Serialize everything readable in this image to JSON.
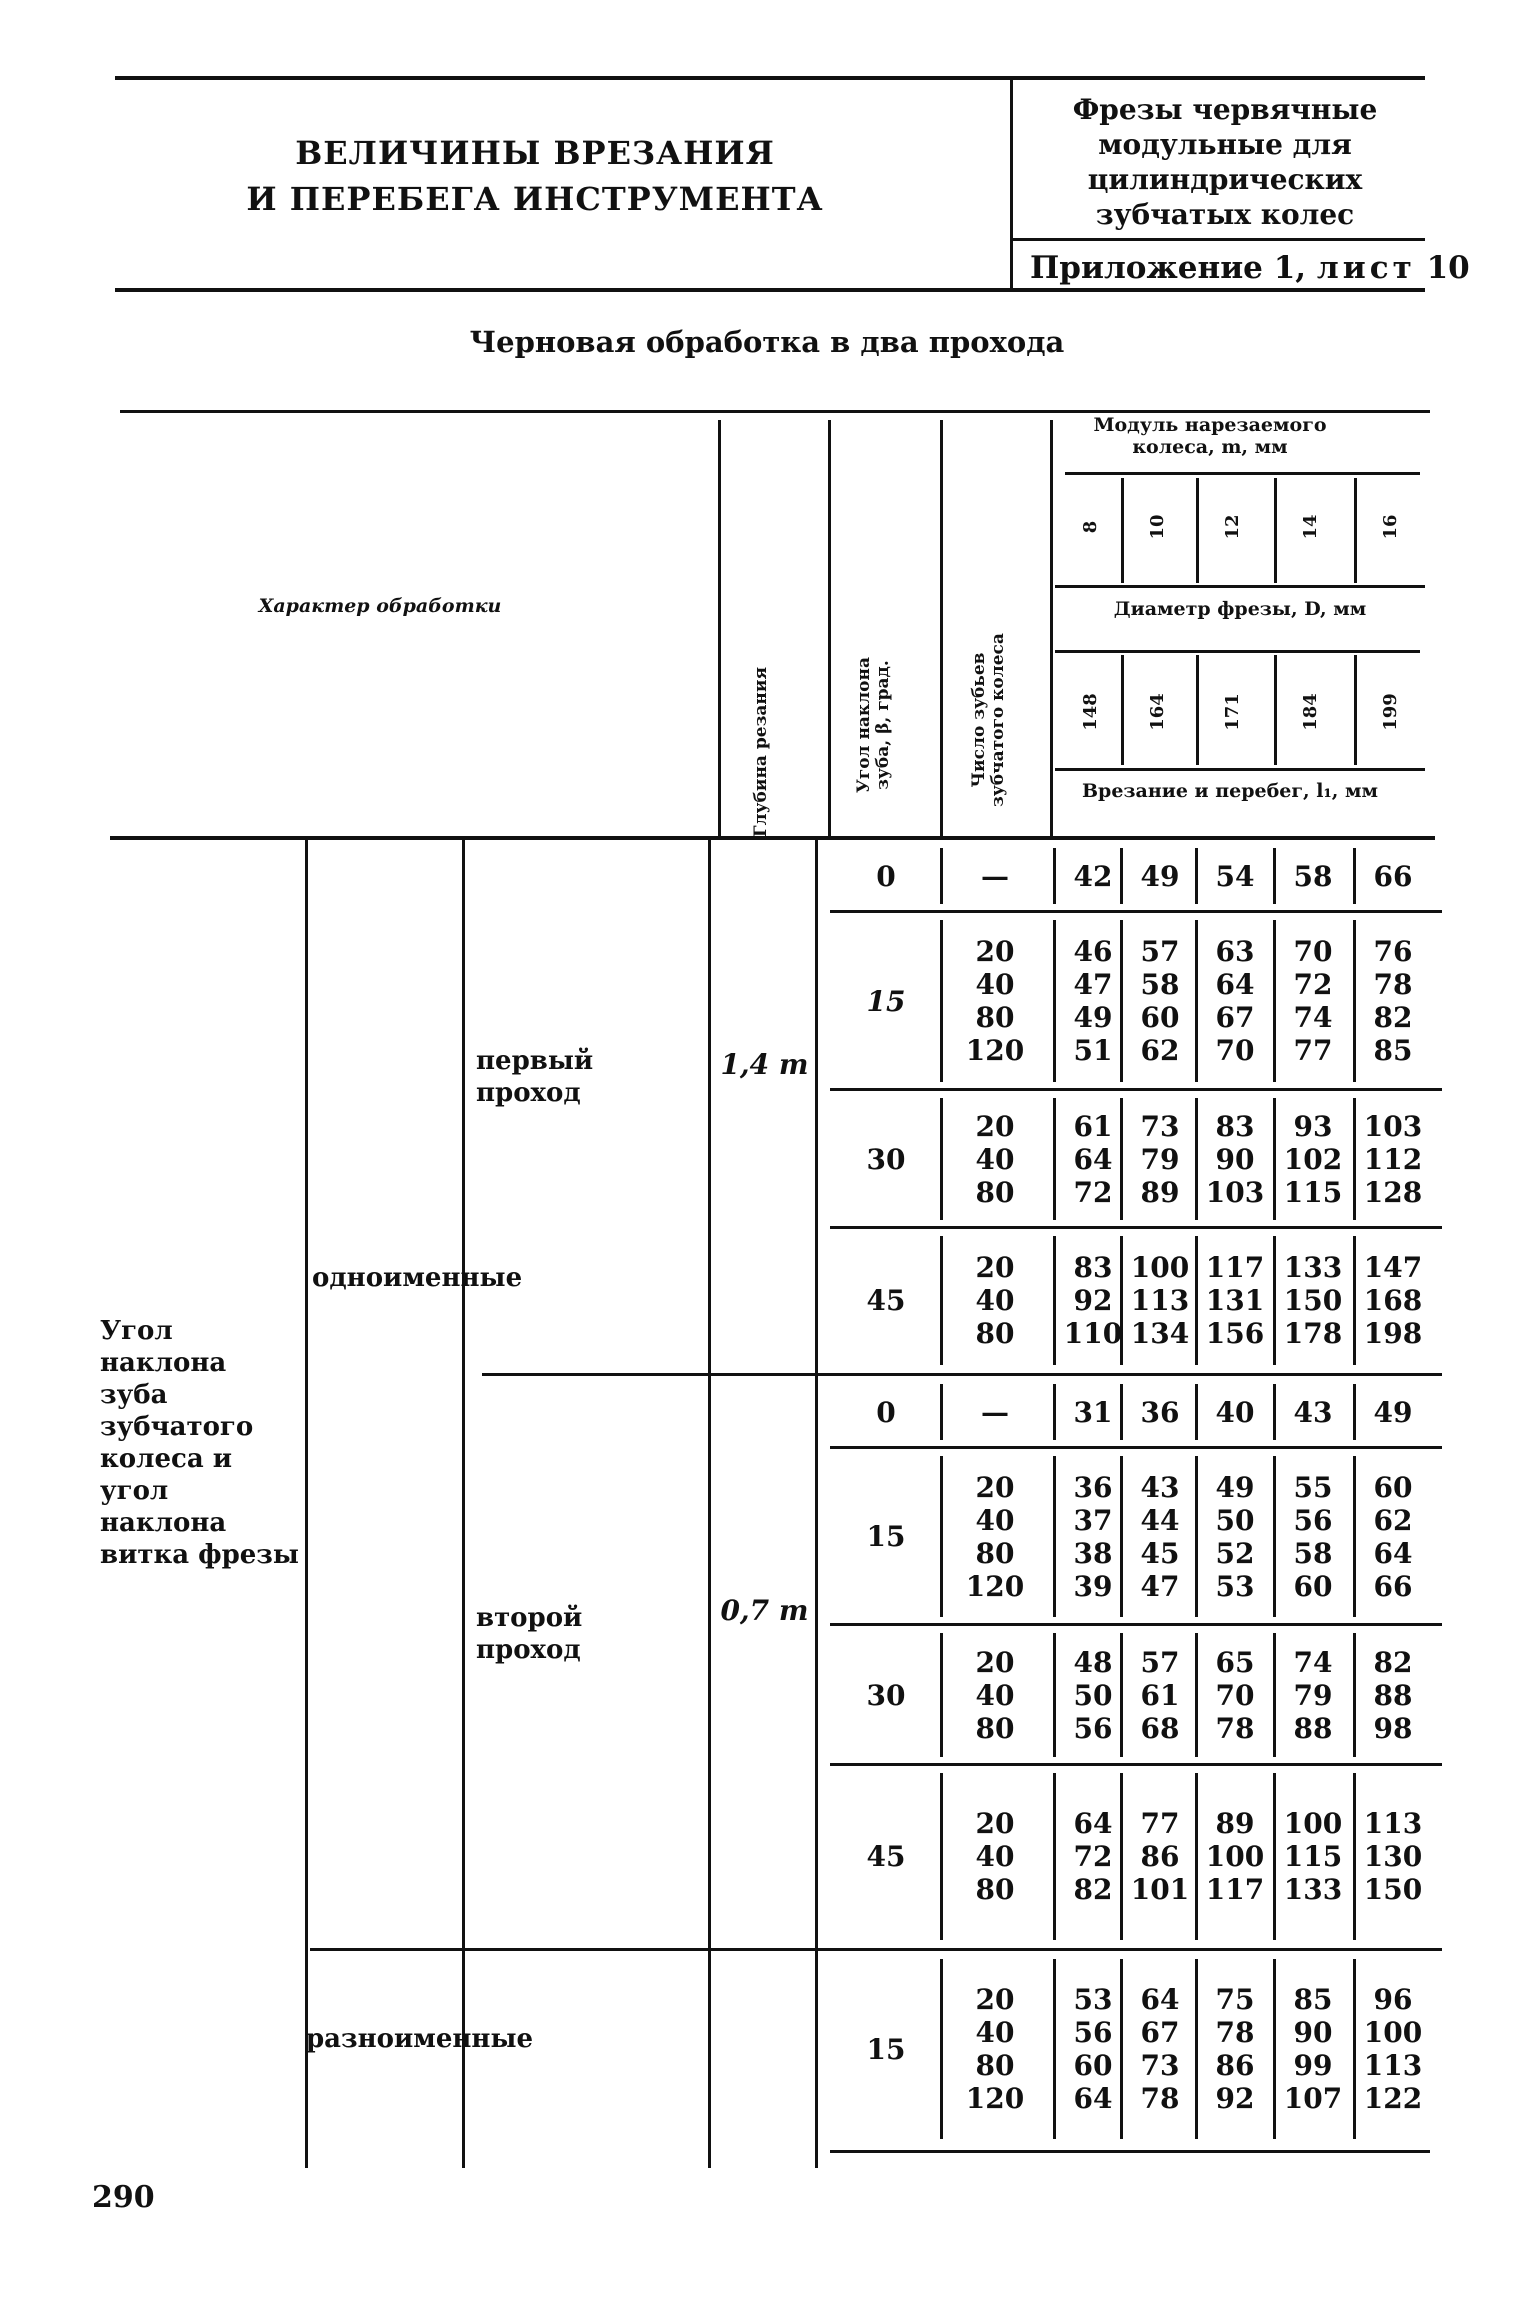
{
  "header": {
    "title_line1": "ВЕЛИЧИНЫ ВРЕЗАНИЯ",
    "title_line2": "И ПЕРЕБЕГА ИНСТРУМЕНТА",
    "right_title": [
      "Фрезы червячные",
      "модульные для",
      "цилиндрических",
      "зубчатых колес"
    ],
    "appendix_prefix": "Приложение 1,",
    "appendix_word": "лист",
    "appendix_num": "10"
  },
  "subtitle": "Черновая обработка в два прохода",
  "table_header": {
    "character": "Характер обработки",
    "depth": "Глубина резания",
    "angle": "Угол наклона зуба, β, град.",
    "teeth": "Число зубьев зубчатого колеса",
    "module_label": "Модуль нарезаемого колеса, m, мм",
    "modules": [
      "8",
      "10",
      "12",
      "14",
      "16"
    ],
    "diameter_label": "Диаметр фрезы, D, мм",
    "diameters": [
      "148",
      "164",
      "171",
      "184",
      "199"
    ],
    "result_label": "Врезание и перебег, l₁, мм"
  },
  "left_label": "Угол наклона зуба зубчатого колеса и угол наклона витка фрезы",
  "group1": "одноименные",
  "group2": "разноименные",
  "pass1": {
    "name": "первый проход",
    "depth": "1,4 m"
  },
  "pass2": {
    "name": "второй проход",
    "depth": "0,7 m"
  },
  "rows": {
    "p1_0": {
      "angle": "0",
      "teeth": [
        "—"
      ],
      "vals": [
        [
          "42"
        ],
        [
          "49"
        ],
        [
          "54"
        ],
        [
          "58"
        ],
        [
          "66"
        ]
      ]
    },
    "p1_15": {
      "angle": "15",
      "teeth": [
        "20",
        "40",
        "80",
        "120"
      ],
      "vals": [
        [
          "46",
          "47",
          "49",
          "51"
        ],
        [
          "57",
          "58",
          "60",
          "62"
        ],
        [
          "63",
          "64",
          "67",
          "70"
        ],
        [
          "70",
          "72",
          "74",
          "77"
        ],
        [
          "76",
          "78",
          "82",
          "85"
        ]
      ]
    },
    "p1_30": {
      "angle": "30",
      "teeth": [
        "20",
        "40",
        "80"
      ],
      "vals": [
        [
          "61",
          "64",
          "72"
        ],
        [
          "73",
          "79",
          "89"
        ],
        [
          "83",
          "90",
          "103"
        ],
        [
          "93",
          "102",
          "115"
        ],
        [
          "103",
          "112",
          "128"
        ]
      ]
    },
    "p1_45": {
      "angle": "45",
      "teeth": [
        "20",
        "40",
        "80"
      ],
      "vals": [
        [
          "83",
          "92",
          "110"
        ],
        [
          "100",
          "113",
          "134"
        ],
        [
          "117",
          "131",
          "156"
        ],
        [
          "133",
          "150",
          "178"
        ],
        [
          "147",
          "168",
          "198"
        ]
      ]
    },
    "p2_0": {
      "angle": "0",
      "teeth": [
        "—"
      ],
      "vals": [
        [
          "31"
        ],
        [
          "36"
        ],
        [
          "40"
        ],
        [
          "43"
        ],
        [
          "49"
        ]
      ]
    },
    "p2_15": {
      "angle": "15",
      "teeth": [
        "20",
        "40",
        "80",
        "120"
      ],
      "vals": [
        [
          "36",
          "37",
          "38",
          "39"
        ],
        [
          "43",
          "44",
          "45",
          "47"
        ],
        [
          "49",
          "50",
          "52",
          "53"
        ],
        [
          "55",
          "56",
          "58",
          "60"
        ],
        [
          "60",
          "62",
          "64",
          "66"
        ]
      ]
    },
    "p2_30": {
      "angle": "30",
      "teeth": [
        "20",
        "40",
        "80"
      ],
      "vals": [
        [
          "48",
          "50",
          "56"
        ],
        [
          "57",
          "61",
          "68"
        ],
        [
          "65",
          "70",
          "78"
        ],
        [
          "74",
          "79",
          "88"
        ],
        [
          "82",
          "88",
          "98"
        ]
      ]
    },
    "p2_45": {
      "angle": "45",
      "teeth": [
        "20",
        "40",
        "80"
      ],
      "vals": [
        [
          "64",
          "72",
          "82"
        ],
        [
          "77",
          "86",
          "101"
        ],
        [
          "89",
          "100",
          "117"
        ],
        [
          "100",
          "115",
          "133"
        ],
        [
          "113",
          "130",
          "150"
        ]
      ]
    },
    "r_15": {
      "angle": "15",
      "teeth": [
        "20",
        "40",
        "80",
        "120"
      ],
      "vals": [
        [
          "53",
          "56",
          "60",
          "64"
        ],
        [
          "64",
          "67",
          "73",
          "78"
        ],
        [
          "75",
          "78",
          "86",
          "92"
        ],
        [
          "85",
          "90",
          "99",
          "107"
        ],
        [
          "96",
          "100",
          "113",
          "122"
        ]
      ]
    }
  },
  "page_number": "290"
}
